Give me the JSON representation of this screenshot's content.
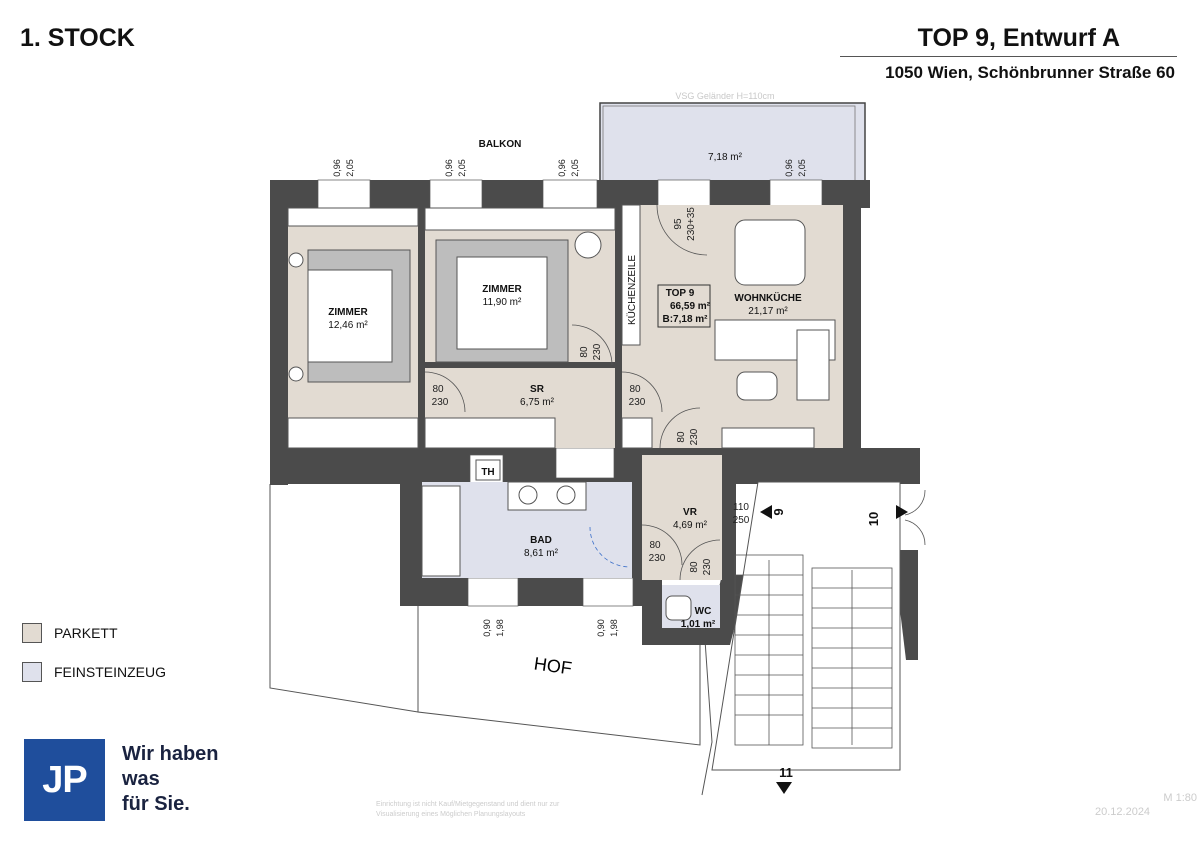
{
  "header": {
    "floor": "1. STOCK",
    "title": "TOP 9, Entwurf A",
    "address": "1050 Wien, Schönbrunner Straße 60"
  },
  "colors": {
    "parkett": "#e2dbd2",
    "feinsteinzeug": "#dfe1ec",
    "wall": "#4b4b4b",
    "logo": "#1f4e9c"
  },
  "rooms": {
    "balkon": {
      "name": "BALKON",
      "area": "7,18 m²",
      "note": "VSG Geländer H=110cm"
    },
    "zimmer1": {
      "name": "ZIMMER",
      "area": "12,46 m²"
    },
    "zimmer2": {
      "name": "ZIMMER",
      "area": "11,90 m²"
    },
    "sr": {
      "name": "SR",
      "area": "6,75 m²"
    },
    "wohnkueche": {
      "name": "WOHNKÜCHE",
      "area": "21,17 m²"
    },
    "kuechenzeile": "KÜCHENZEILE",
    "bad": {
      "name": "BAD",
      "area": "8,61 m²"
    },
    "vr": {
      "name": "VR",
      "area": "4,69 m²"
    },
    "wc": {
      "name": "WC",
      "area": "1,01 m²"
    },
    "hof": "HOF",
    "th": "TH"
  },
  "top_box": {
    "name": "TOP 9",
    "area": "66,59 m²",
    "balcony": "B:7,18 m²"
  },
  "windows": {
    "w": "0,96",
    "h": "2,05",
    "bath_w": "0,90",
    "bath_h": "1,98"
  },
  "doors": {
    "d80": "80",
    "d230": "230",
    "d95": "95",
    "d23035": "230+35",
    "d110": "110",
    "d250": "250"
  },
  "stair_numbers": [
    "9",
    "10",
    "11"
  ],
  "legend": [
    {
      "label": "PARKETT",
      "color": "#e2dbd2"
    },
    {
      "label": "FEINSTEINZEUG",
      "color": "#dfe1ec"
    }
  ],
  "logo": {
    "text": "JP",
    "slogan": [
      "Wir haben",
      "was",
      "für Sie."
    ]
  },
  "footer": {
    "disclaimer": [
      "Einrichtung ist nicht Kauf/Mietgegenstand und dient nur zur",
      "Visualisierung eines Möglichen Planungslayouts"
    ],
    "scale": "M 1:80",
    "date": "20.12.2024"
  }
}
